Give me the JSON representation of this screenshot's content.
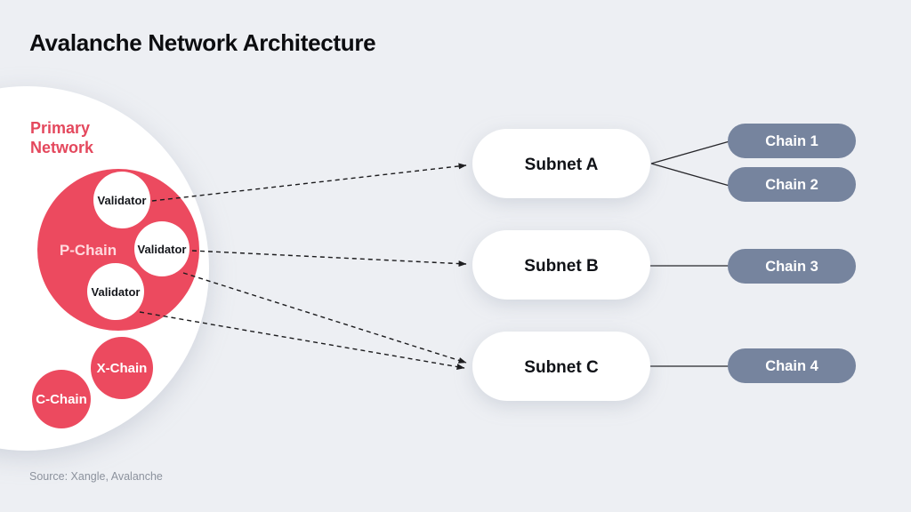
{
  "title": "Avalanche Network Architecture",
  "source_note": "Source: Xangle, Avalanche",
  "colors": {
    "background": "#EDEFF3",
    "card_white": "#FFFFFF",
    "accent_red": "#EC4A5F",
    "chain_slate": "#76849E",
    "primary_label_red": "#E4485D",
    "p_chain_label_pink": "#FFD9DE",
    "heading_text": "#0C0D10",
    "source_text": "#8C929D",
    "line_dark": "#26262A"
  },
  "diagram": {
    "primary_network_label": "Primary Network",
    "p_chain_label": "P-Chain",
    "validator_labels": [
      "Validator",
      "Validator",
      "Validator"
    ],
    "x_chain_label": "X-Chain",
    "c_chain_label": "C-Chain",
    "subnets": [
      {
        "label": "Subnet A"
      },
      {
        "label": "Subnet B"
      },
      {
        "label": "Subnet C"
      }
    ],
    "chains": [
      {
        "label": "Chain 1"
      },
      {
        "label": "Chain 2"
      },
      {
        "label": "Chain 3"
      },
      {
        "label": "Chain 4"
      }
    ]
  }
}
